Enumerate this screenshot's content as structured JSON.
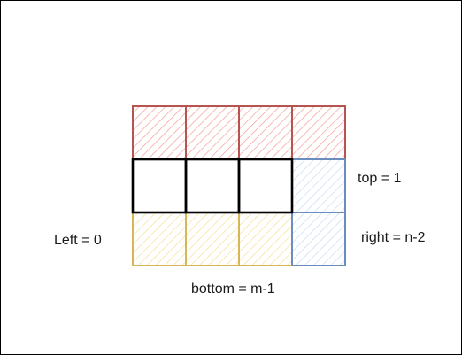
{
  "labels": {
    "top": "top = 1",
    "right": "right = n-2",
    "left": "Left = 0",
    "bottom": "bottom = m-1"
  },
  "colors": {
    "red_stroke": "#b85450",
    "red_hatch": "#f19c99",
    "blue_stroke": "#6c8ebf",
    "blue_hatch": "#c7dbf2",
    "yellow_stroke": "#d6b656",
    "yellow_hatch": "#f5df96",
    "black_stroke": "#000000"
  }
}
